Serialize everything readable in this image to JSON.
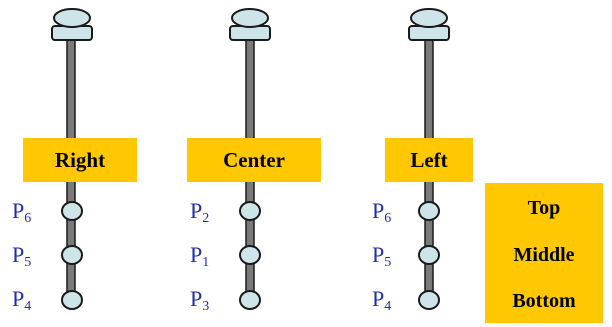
{
  "colors": {
    "label_fill": "#ffc800",
    "knob_fill": "#cde5e8",
    "rod_fill": "#7a7a7a",
    "outline": "#1a1a1a",
    "position_text": "#1f2db0"
  },
  "boards": [
    {
      "label": "Right",
      "positions": [
        {
          "letter": "P",
          "sub": "6"
        },
        {
          "letter": "P",
          "sub": "5"
        },
        {
          "letter": "P",
          "sub": "4"
        }
      ]
    },
    {
      "label": "Center",
      "positions": [
        {
          "letter": "P",
          "sub": "2"
        },
        {
          "letter": "P",
          "sub": "1"
        },
        {
          "letter": "P",
          "sub": "3"
        }
      ]
    },
    {
      "label": "Left",
      "positions": [
        {
          "letter": "P",
          "sub": "6"
        },
        {
          "letter": "P",
          "sub": "5"
        },
        {
          "letter": "P",
          "sub": "4"
        }
      ]
    }
  ],
  "legend": {
    "top": "Top",
    "middle": "Middle",
    "bottom": "Bottom"
  }
}
